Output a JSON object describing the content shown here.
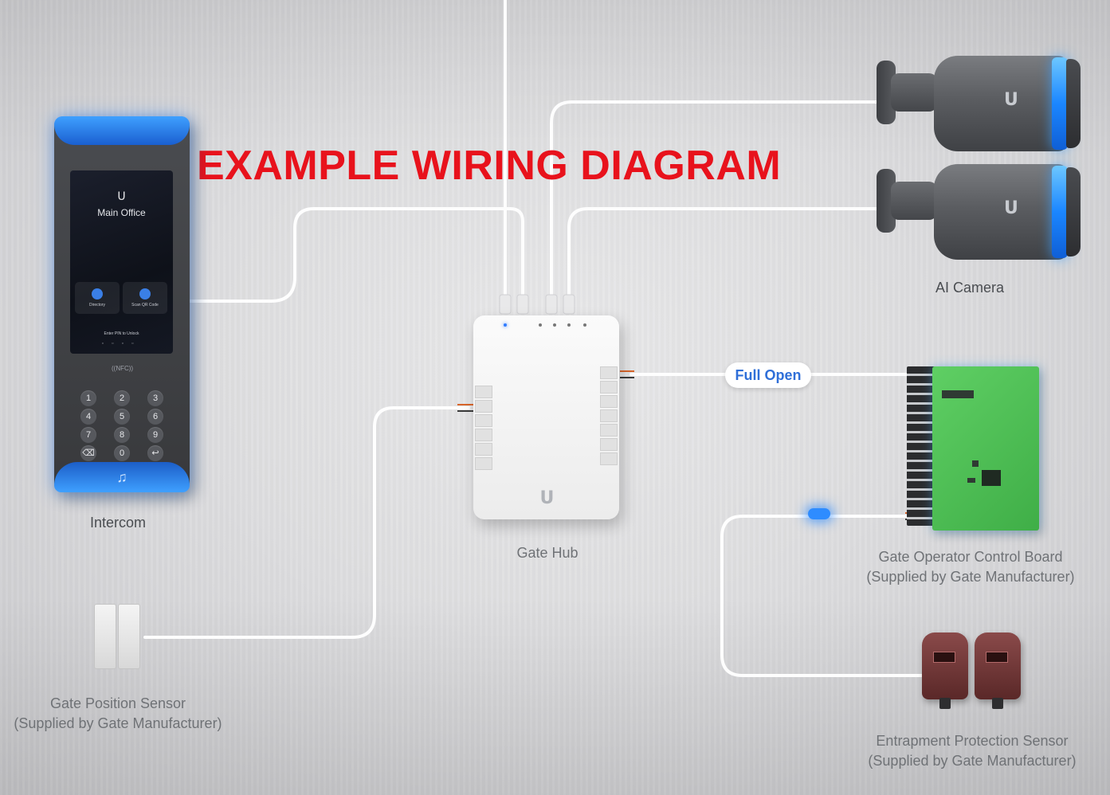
{
  "title": "EXAMPLE WIRING DIAGRAM",
  "colors": {
    "title": "#e8121c",
    "accent_glow": "#2e8cff",
    "pill_text": "#2f6fd8",
    "board": "#4fbf55"
  },
  "devices": {
    "intercom": {
      "label": "Intercom",
      "screen_title": "Main Office",
      "tile_directory": "Directory",
      "tile_scan": "Scan QR Code",
      "pin_hint": "Enter PIN to Unlock",
      "nfc": "((NFC))",
      "keys": [
        "1",
        "2",
        "3",
        "4",
        "5",
        "6",
        "7",
        "8",
        "9",
        "⌫",
        "0",
        "↩"
      ]
    },
    "gate_hub": {
      "label": "Gate Hub"
    },
    "ai_camera": {
      "label": "AI Camera",
      "icon": "camera-icon"
    },
    "control_board": {
      "label_line1": "Gate Operator Control Board",
      "label_line2": "(Supplied by Gate Manufacturer)"
    },
    "gate_position_sensor": {
      "label_line1": "Gate Position Sensor",
      "label_line2": "(Supplied by Gate Manufacturer)"
    },
    "entrapment_sensor": {
      "label_line1": "Entrapment Protection Sensor",
      "label_line2": "(Supplied by Gate Manufacturer)"
    }
  },
  "connections": {
    "full_open": "Full Open"
  }
}
